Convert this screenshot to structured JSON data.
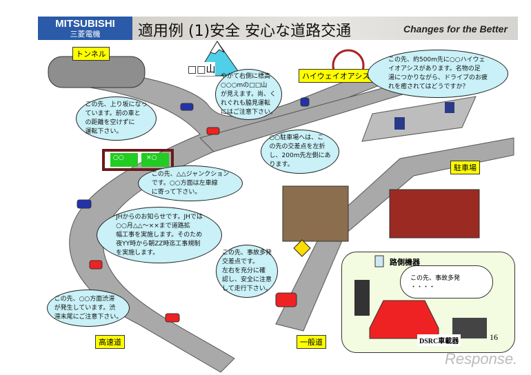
{
  "header": {
    "logo_en": "MITSUBISHI",
    "logo_jp": "三菱電機",
    "title": "適用例 (1)安全 安心な道路交通",
    "tagline": "Changes for the Better"
  },
  "labels": {
    "tunnel": "トンネル",
    "mountain": "□□山",
    "oasis": "ハイウェイオアシス",
    "parking": "駐車場",
    "expressway": "高速道",
    "general_road": "一般道"
  },
  "signs": {
    "left": "○○",
    "right": "×○"
  },
  "bubbles": {
    "tunnel": "この先、上り坂になっ\nています。前の車と\nの距離を空けずに\n運転下さい。",
    "mountain": "やがて右側に標高\n○○○mの□□山\nが見えます。尚、く\nれぐれも脇見運転\nにはご注意下さい。",
    "oasis": "この先、約500m先に○○ハイウェ\nイオアシスがあります。名物の足\n湯につかりながら、ドライブのお疲\nれを癒されてはどうですか？",
    "parking": "○○駐車場へは、こ\nの先の交差点を左折\nし、200m先左側にあ\nります。",
    "junction": "この先、△△ジャンクション\nです。○○方面は左車線\nに寄って下さい。",
    "jh": "JHからのお知らせです。JHでは\n○○月△△～××まで道路拡\n幅工事を実施します。そのため\n夜YY時から朝ZZ時迄工事規制\nを実施します。",
    "accident": "この先、事故多発\n交差点です。\n左右を充分に確\n認し、安全に注意\nして走行下さい。",
    "congestion": "この先、○○方面渋滞\nが発生しています。渋\n滞末尾にご注意下さい。"
  },
  "inset": {
    "rsu": "路側機器",
    "cloud": "この先、事故多発\n・・・・",
    "obu": "DSRC車載器"
  },
  "page_number": "16",
  "watermark": "Response."
}
